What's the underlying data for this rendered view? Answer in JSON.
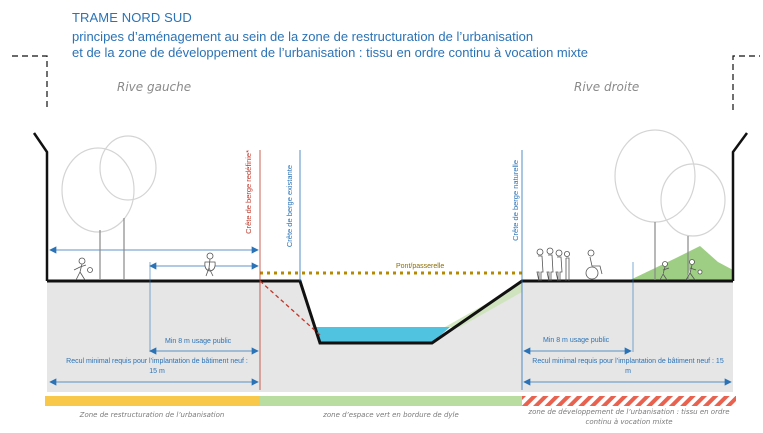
{
  "header": {
    "title": "TRAME NORD SUD",
    "subtitle_line1": "principes d’aménagement au sein de la zone de restructuration de l’urbanisation",
    "subtitle_line2": "et de la zone de développement de l’urbanisation : tissu en ordre continu à vocation mixte"
  },
  "banks": {
    "left": "Rive gauche",
    "right": "Rive droite"
  },
  "vertical_labels": {
    "crete_redefinie": "Crête de berge redéfinie*",
    "crete_existante": "Crête de berge existante",
    "crete_naturelle": "Crête de berge naturelle"
  },
  "labels": {
    "pont": "Pont/passerelle",
    "min_left": "Min 8 m usage public",
    "min_right": "Min 8 m usage public",
    "recul_left": "Recul minimal requis pour l’implantation de bâtiment neuf : 15 m",
    "recul_right": "Recul minimal requis pour l’implantation de bâtiment neuf : 15 m"
  },
  "zones": [
    {
      "label": "Zone de restructuration de l’urbanisation",
      "color": "#f7c84a"
    },
    {
      "label": "zone d’espace vert en bordure de dyle",
      "color": "#b9dca0"
    },
    {
      "label": "zone de développement de l’urbanisation : tissu en ordre continu à vocation mixte",
      "color": "#e8624f"
    }
  ],
  "colors": {
    "blue": "#2b73b6",
    "ground": "#e6e6e6",
    "water": "#4fc3e0",
    "bridge": "#b58a00",
    "red": "#c0392b"
  }
}
